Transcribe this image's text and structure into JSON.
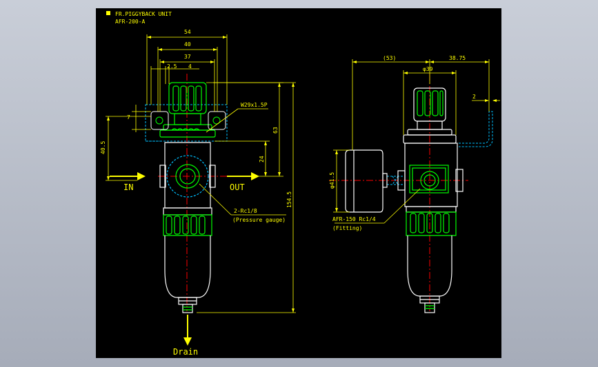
{
  "title_block": {
    "line1": "FR.PIGGYBACK UNIT",
    "line2": "AFR-200-A"
  },
  "dimensions": {
    "d54": "54",
    "d40": "40",
    "d37": "37",
    "d2_5": "2.5",
    "d4": "4",
    "d7": "7",
    "d40_5": "40.5",
    "d63": "63",
    "d24": "24",
    "d154_5": "154.5",
    "d53": "(53)",
    "d38_75": "38.75",
    "d39": "φ39",
    "d2": "2",
    "d41_5": "φ41.5"
  },
  "callouts": {
    "thread": "W29x1.5P",
    "gauge_port": "2-Rc1/8",
    "gauge_port_note": "(Pressure gauge)",
    "fitting_port": "AFR-150 Rc1/4",
    "fitting_note": "(Fitting)"
  },
  "flow_labels": {
    "in": "IN",
    "out": "OUT",
    "drain": "Drain"
  },
  "colors": {
    "background": "#000000",
    "outline": "#00ff00",
    "dimension": "#ffff00",
    "centerline": "#ff0000",
    "hidden": "#00bfff",
    "body": "#ffffff"
  }
}
